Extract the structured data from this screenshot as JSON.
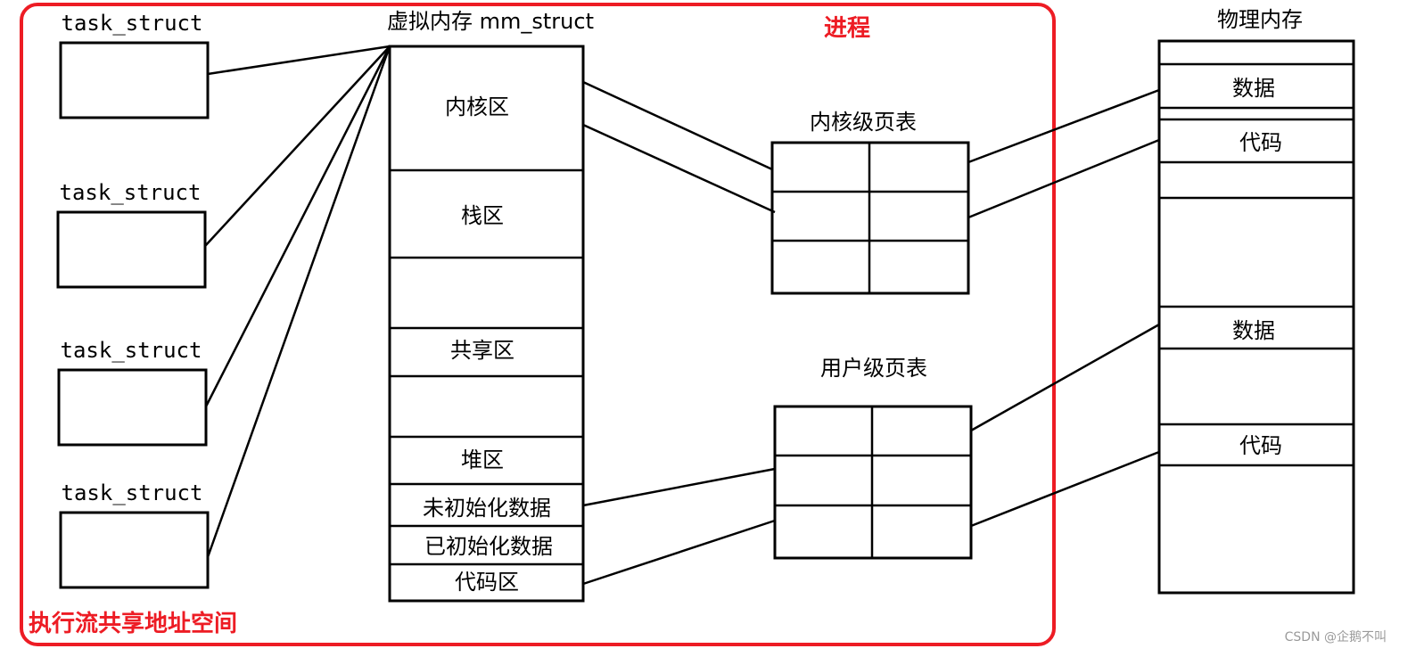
{
  "process_label": "进程",
  "shared_label": "执行流共享地址空间",
  "task_structs": [
    "task_struct",
    "task_struct",
    "task_struct",
    "task_struct"
  ],
  "virtual_memory": {
    "title": "虚拟内存 mm_struct",
    "segments": [
      "内核区",
      "栈区",
      "",
      "共享区",
      "",
      "堆区",
      "未初始化数据",
      "已初始化数据",
      "代码区"
    ]
  },
  "kernel_page_table": {
    "title": "内核级页表"
  },
  "user_page_table": {
    "title": "用户级页表"
  },
  "physical_memory": {
    "title": "物理内存",
    "blocks": [
      "",
      "数据",
      "",
      "代码",
      "",
      "",
      "数据",
      "",
      "代码",
      ""
    ]
  },
  "watermark": "CSDN @企鹅不叫",
  "colors": {
    "process_border": "#ed1c24",
    "line": "#000000"
  }
}
